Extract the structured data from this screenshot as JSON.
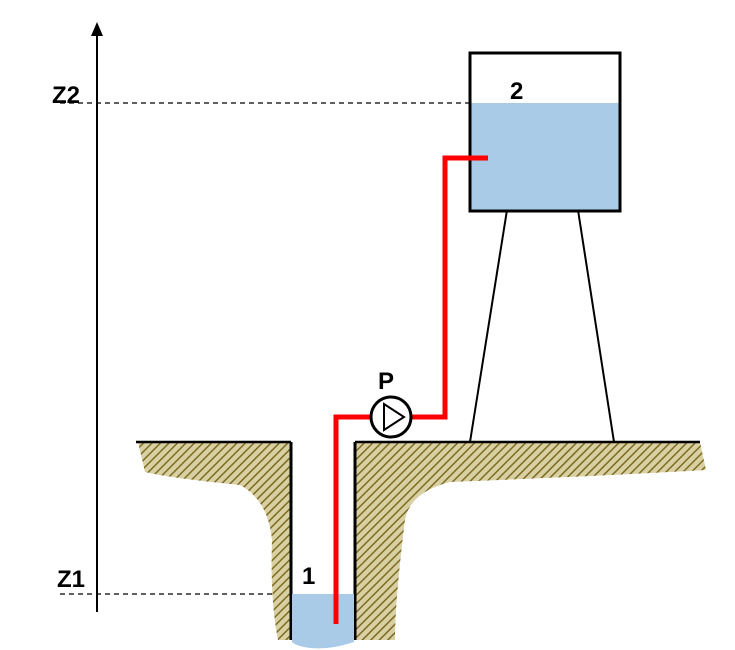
{
  "labels": {
    "z2": "Z2",
    "z1": "Z1",
    "point_2": "2",
    "point_1": "1",
    "pump": "P"
  },
  "colors": {
    "water": "#aacbe8",
    "pipe": "#ff0000",
    "ground_hatch": "#8c7a2e",
    "ground_bg": "#d8cfa3",
    "line": "#000000"
  },
  "icons": {
    "pump": "pump-icon"
  }
}
